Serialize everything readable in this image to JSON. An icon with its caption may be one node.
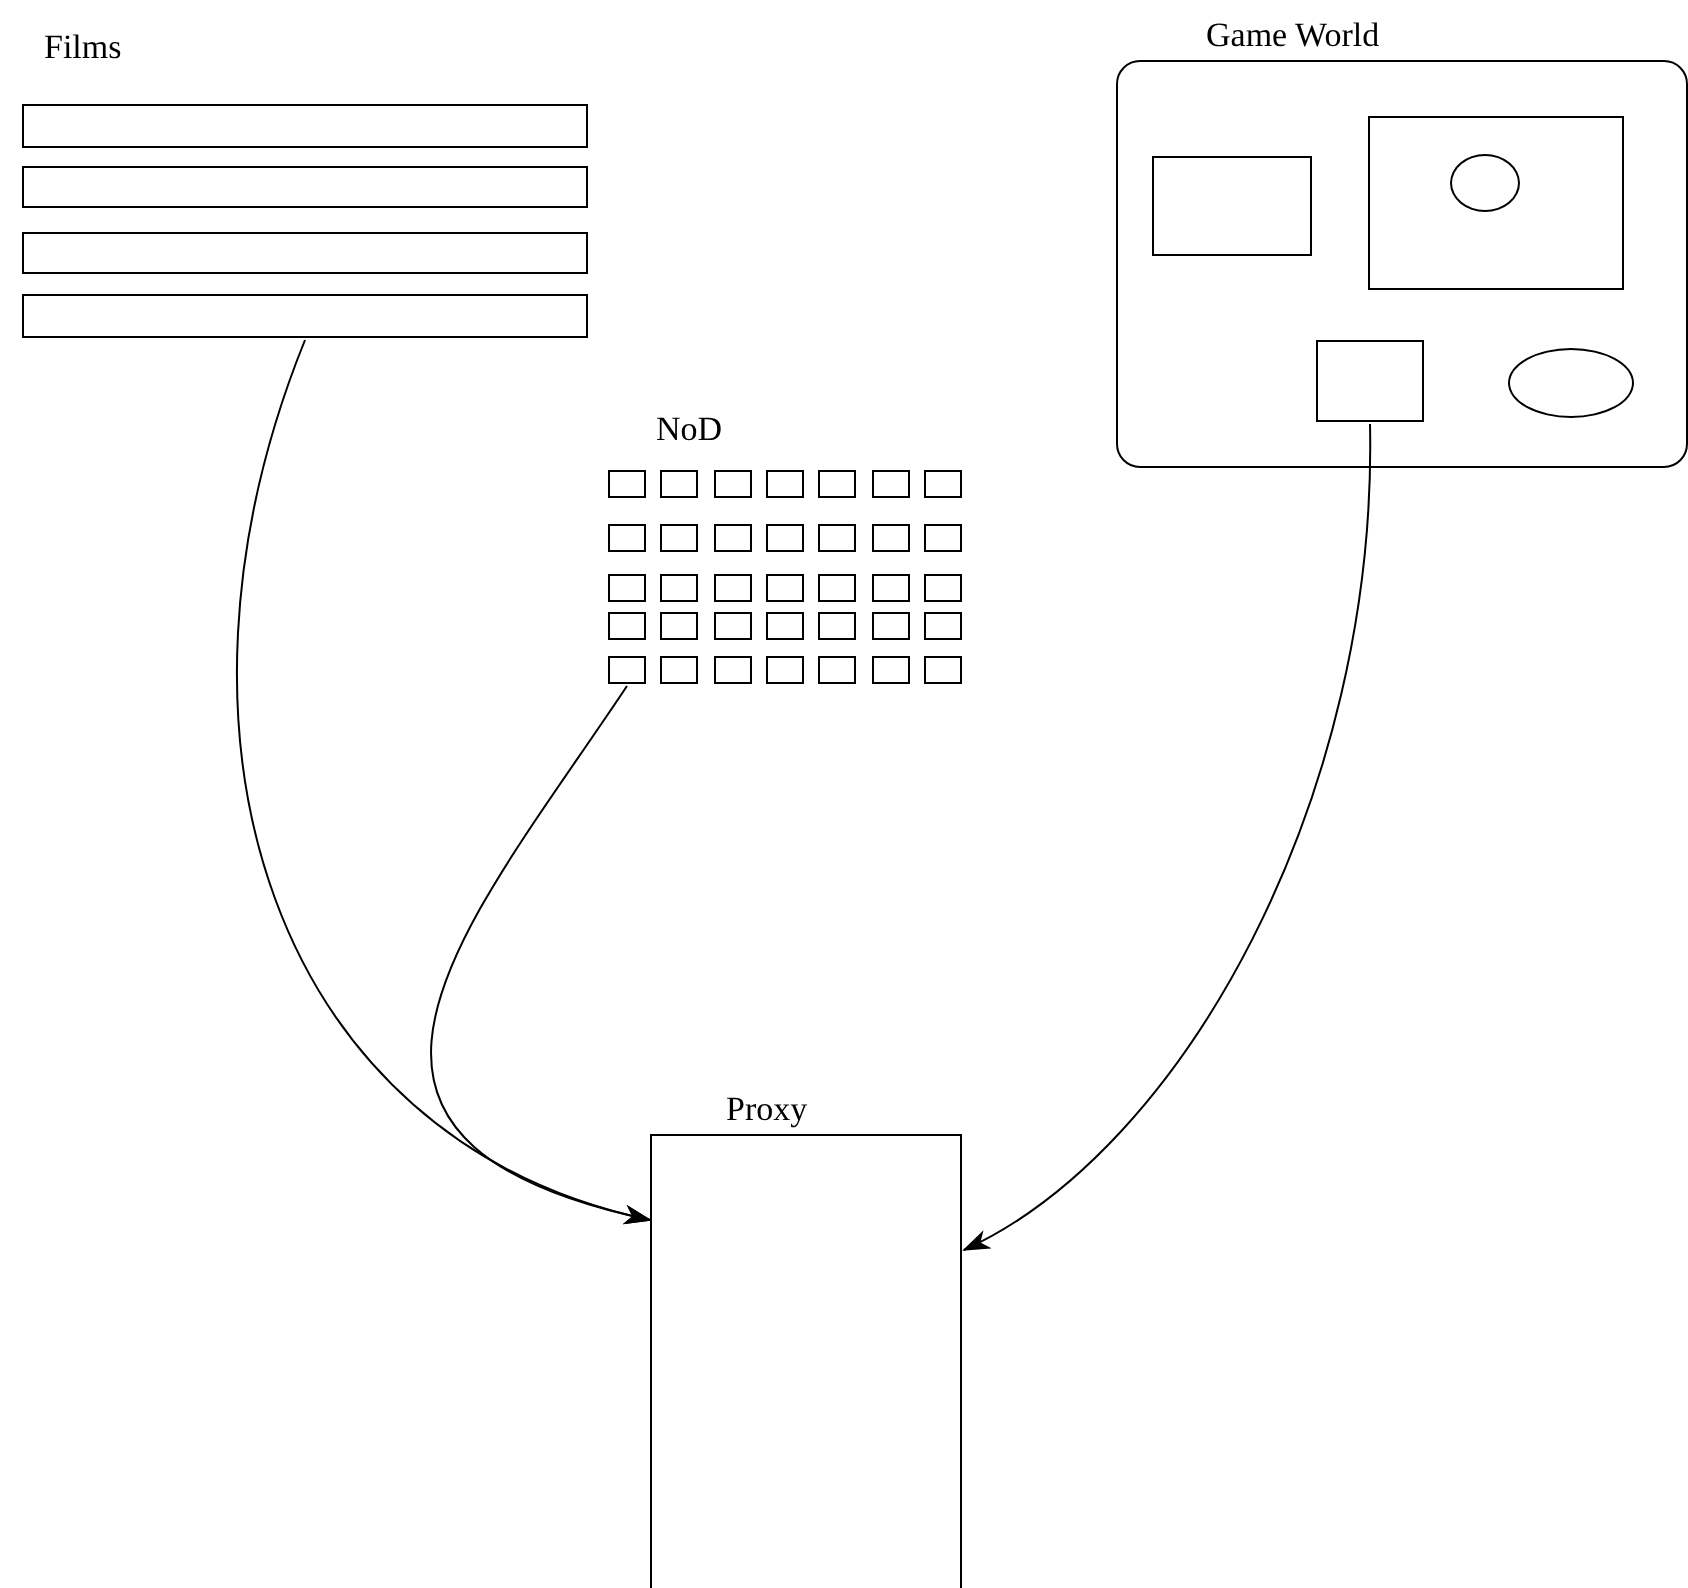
{
  "diagram": {
    "nodes": [
      {
        "text": [
          "Films"
        ]
      },
      {
        "text": [],
        "shape": "bar",
        "in": 0
      },
      {
        "text": [],
        "shape": "bar",
        "in": 0
      },
      {
        "text": [],
        "shape": "bar",
        "in": 0
      },
      {
        "text": [],
        "shape": "bar",
        "in": 0
      },
      {
        "text": [
          "NoD"
        ]
      },
      {
        "text": [],
        "shape": "box",
        "in": 5
      },
      {
        "text": [],
        "shape": "box",
        "in": 5
      },
      {
        "text": [],
        "shape": "box",
        "in": 5
      },
      {
        "text": [],
        "shape": "box",
        "in": 5
      },
      {
        "text": [],
        "shape": "box",
        "in": 5
      },
      {
        "text": [],
        "shape": "box",
        "in": 5
      },
      {
        "text": [],
        "shape": "box",
        "in": 5
      },
      {
        "text": [],
        "shape": "box",
        "in": 5
      },
      {
        "text": [],
        "shape": "box",
        "in": 5
      },
      {
        "text": [],
        "shape": "box",
        "in": 5
      },
      {
        "text": [],
        "shape": "box",
        "in": 5
      },
      {
        "text": [],
        "shape": "box",
        "in": 5
      },
      {
        "text": [],
        "shape": "box",
        "in": 5
      },
      {
        "text": [],
        "shape": "box",
        "in": 5
      },
      {
        "text": [],
        "shape": "box",
        "in": 5
      },
      {
        "text": [],
        "shape": "box",
        "in": 5
      },
      {
        "text": [],
        "shape": "box",
        "in": 5
      },
      {
        "text": [],
        "shape": "box",
        "in": 5
      },
      {
        "text": [],
        "shape": "box",
        "in": 5
      },
      {
        "text": [],
        "shape": "box",
        "in": 5
      },
      {
        "text": [],
        "shape": "box",
        "in": 5
      },
      {
        "text": [],
        "shape": "box",
        "in": 5
      },
      {
        "text": [],
        "shape": "box",
        "in": 5
      },
      {
        "text": [],
        "shape": "box",
        "in": 5
      },
      {
        "text": [],
        "shape": "box",
        "in": 5
      },
      {
        "text": [],
        "shape": "box",
        "in": 5
      },
      {
        "text": [],
        "shape": "box",
        "in": 5
      },
      {
        "text": [],
        "shape": "box",
        "in": 5
      },
      {
        "text": [],
        "shape": "box",
        "in": 5
      },
      {
        "text": [],
        "shape": "box",
        "in": 5
      },
      {
        "text": [],
        "shape": "box",
        "in": 5
      },
      {
        "text": [],
        "shape": "box",
        "in": 5
      },
      {
        "text": [],
        "shape": "box",
        "in": 5
      },
      {
        "text": [],
        "shape": "box",
        "in": 5
      },
      {
        "text": [],
        "shape": "box",
        "in": 5
      },
      {
        "text": [
          "Game World"
        ]
      },
      {
        "text": [],
        "shape": "box",
        "in": 41
      },
      {
        "text": [],
        "shape": "box",
        "in": 41
      },
      {
        "text": [],
        "shape": "circle",
        "in": 43
      },
      {
        "text": [],
        "shape": "box",
        "in": 41
      },
      {
        "text": [],
        "shape": "ellipse",
        "in": 41
      },
      {
        "text": [
          "Proxy"
        ]
      }
    ],
    "edges": [
      {
        "from": 4,
        "to": 47,
        "arrow": "to"
      },
      {
        "from": 34,
        "to": 47,
        "arrow": "to"
      },
      {
        "from": 45,
        "to": 47,
        "arrow": "to"
      }
    ]
  }
}
